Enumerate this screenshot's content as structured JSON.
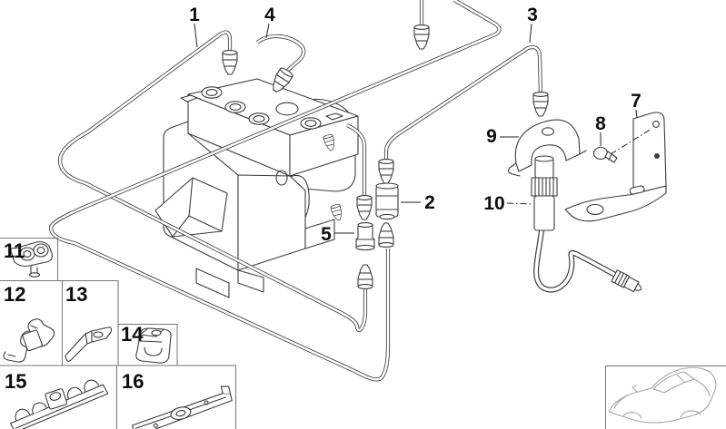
{
  "colors": {
    "line": "#3c3c3c",
    "box_border": "#767676",
    "car_line": "#a6a6a6",
    "background": "#ffffff",
    "label": "#0d0d0d"
  },
  "callouts": {
    "1": "1",
    "2": "2",
    "3": "3",
    "4": "4",
    "5": "5",
    "7": "7",
    "8": "8",
    "9": "9",
    "10": "10",
    "11": "11",
    "12": "12",
    "13": "13",
    "14": "14",
    "15": "15",
    "16": "16"
  }
}
